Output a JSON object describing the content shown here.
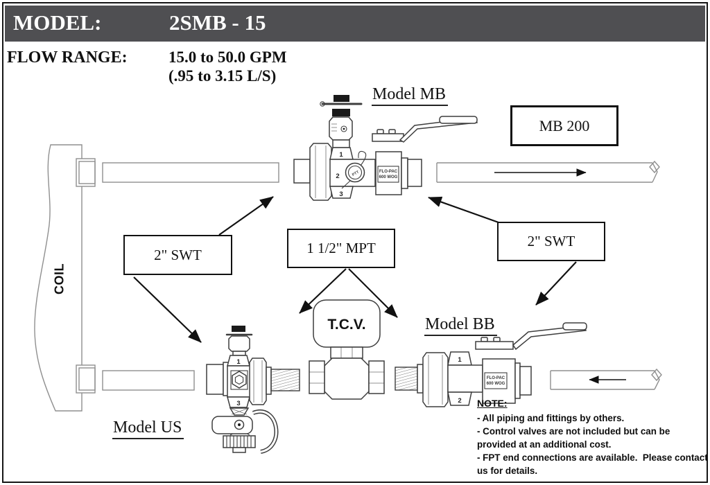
{
  "header": {
    "model_label": "MODEL:",
    "model_value": "2SMB - 15"
  },
  "flow_range": {
    "label": "FLOW RANGE:",
    "line1": "15.0 to 50.0 GPM",
    "line2": "(.95 to 3.15 L/S)"
  },
  "coil": {
    "label": "COIL"
  },
  "models": {
    "mb": "Model MB",
    "us": "Model US",
    "bb": "Model BB"
  },
  "callouts": {
    "mb200": "MB 200",
    "swt_left": "2\" SWT",
    "swt_right": "2\" SWT",
    "mpt": "1 1/2\" MPT"
  },
  "tcv": {
    "label": "T.C.V."
  },
  "valve_markings": {
    "mb_ports": [
      "1",
      "2",
      "3"
    ],
    "us_ports": [
      "1",
      "3"
    ],
    "bb_ports": [
      "1",
      "2"
    ],
    "brand_line1": "FLO-PAC",
    "brand_line2": "600 WOG",
    "test_port": "PTT"
  },
  "note": {
    "title": "NOTE:",
    "lines": [
      "- All piping and fittings by others.",
      "- Control valves are not included but can be",
      "provided at an additional cost.",
      "- FPT end connections are available.  Please contact",
      "us for details."
    ]
  },
  "colors": {
    "header_bg": "#4f4f52",
    "line_light": "#8f8f8f",
    "line_dark": "#3d3d3d",
    "arrow": "#111111"
  }
}
